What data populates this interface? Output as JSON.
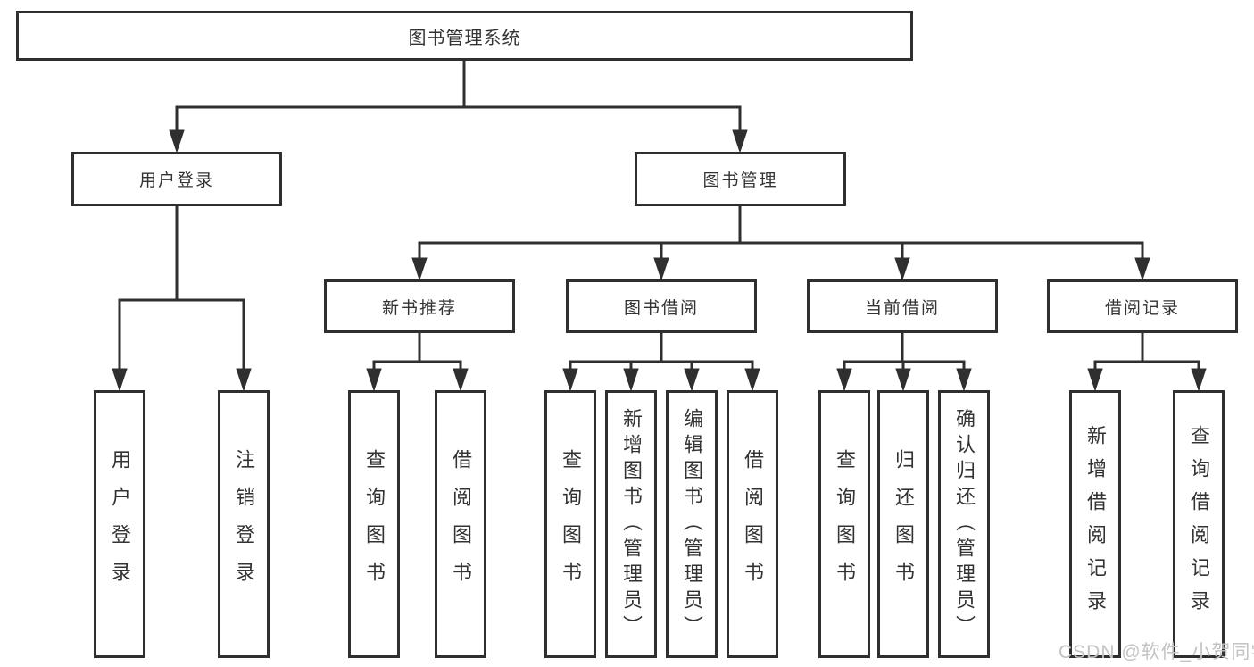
{
  "nodes": {
    "root": "图书管理系统",
    "user_login": "用户登录",
    "book_mgmt": "图书管理",
    "new_book_rec": "新书推荐",
    "book_borrow": "图书借阅",
    "current_borrow": "当前借阅",
    "borrow_records": "借阅记录",
    "ul_login": "用户登录",
    "ul_logout": "注销登录",
    "nb_query": "查询图书",
    "nb_borrow": "借阅图书",
    "bb_query": "查询图书",
    "bb_add": "新增图书（管理员）",
    "bb_edit": "编辑图书（管理员）",
    "bb_borrow": "借阅图书",
    "cb_query": "查询图书",
    "cb_return": "归还图书",
    "cb_confirm": "确认归还（管理员）",
    "br_add": "新增借阅记录",
    "br_query": "查询借阅记录"
  },
  "watermark": "CSDN @软件_小贺同学",
  "colors": {
    "line": "#2f2f2f",
    "border": "#2f2f2f",
    "text": "#333333",
    "watermark": "#c3c3c3",
    "background": "#ffffff"
  }
}
